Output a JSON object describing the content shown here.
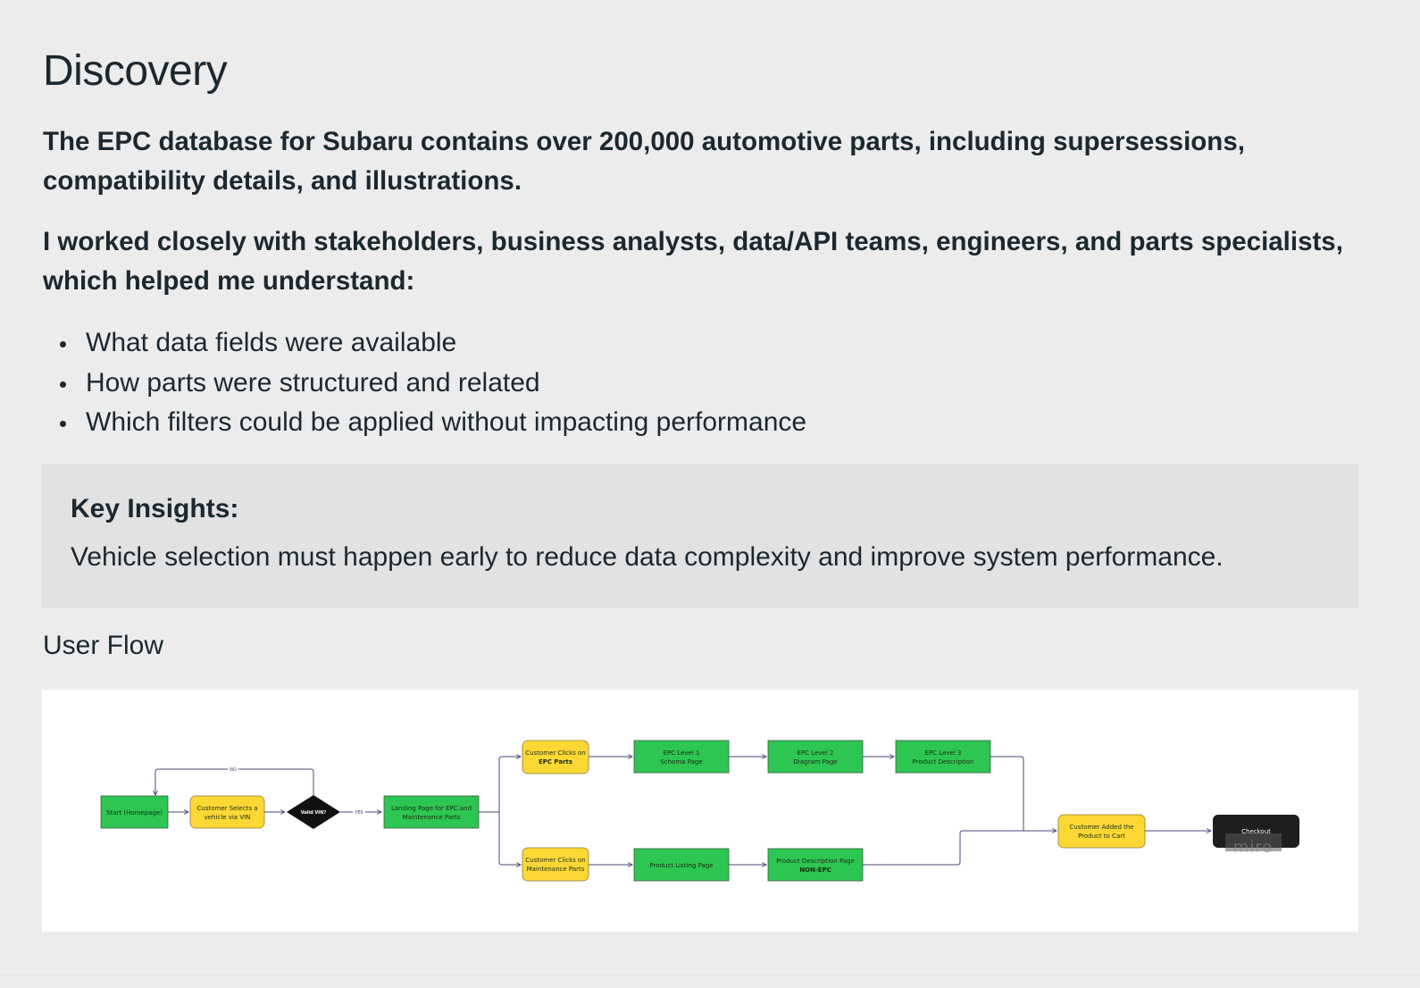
{
  "section": {
    "title": "Discovery",
    "paragraphs": [
      "The EPC database for Subaru contains over 200,000 automotive parts, including supersessions, compatibility details, and illustrations.",
      "I worked closely with stakeholders, business analysts, data/API teams, engineers, and parts specialists, which helped me understand:"
    ],
    "bullets": [
      "What data fields were available",
      "How parts were structured and related",
      "Which filters could be applied without impacting performance"
    ]
  },
  "insights": {
    "title": "Key Insights:",
    "body": "Vehicle selection must happen early to reduce data complexity and improve system performance."
  },
  "user_flow": {
    "title": "User Flow",
    "colors": {
      "process": "#2dc653",
      "action": "#fdd835",
      "decision": "#111111",
      "terminal": "#1e1e1e",
      "edge": "#4a4a7a"
    },
    "nodes": {
      "start": {
        "lines": [
          "Start (Homepage)"
        ]
      },
      "select_vin": {
        "lines": [
          "Customer Selects a",
          "vehicle via VIN"
        ]
      },
      "valid_vin": {
        "lines": [
          "Valid VIN?"
        ]
      },
      "landing": {
        "lines": [
          "Landing Page for EPC and",
          "Maintenance Parts"
        ]
      },
      "clicks_epc": {
        "lines": [
          "Customer Clicks on",
          "EPC Parts"
        ]
      },
      "epc1": {
        "lines": [
          "EPC Level 1",
          "Schema Page"
        ]
      },
      "epc2": {
        "lines": [
          "EPC Level 2",
          "Diagram Page"
        ]
      },
      "epc3": {
        "lines": [
          "EPC Level 3",
          "Product Description"
        ]
      },
      "clicks_maint": {
        "lines": [
          "Customer Clicks on",
          "Maintenance Parts"
        ]
      },
      "plp": {
        "lines": [
          "Product Listing Page"
        ]
      },
      "pdp": {
        "lines": [
          "Product Description Page",
          "NON-EPC"
        ]
      },
      "cart": {
        "lines": [
          "Customer Added the",
          "Product to Cart"
        ]
      },
      "checkout": {
        "lines": [
          "Checkout"
        ]
      }
    },
    "edge_labels": {
      "no": "NO",
      "yes": "YES"
    },
    "watermark": "miro"
  }
}
